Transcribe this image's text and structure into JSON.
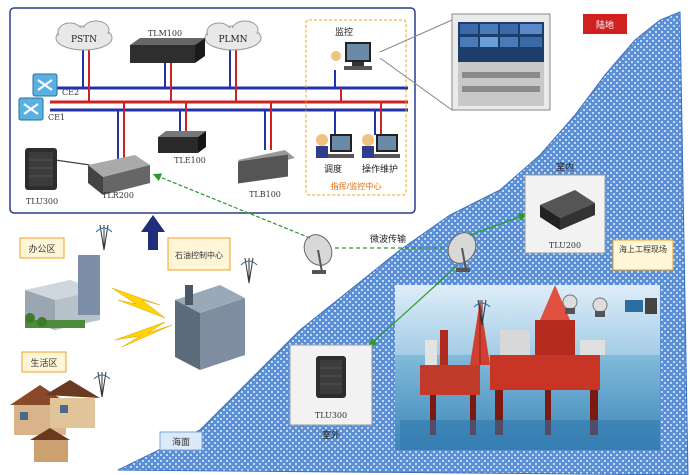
{
  "labels": {
    "land": "陆地",
    "sea": "海面",
    "pstn": "PSTN",
    "plmn": "PLMN",
    "tlm100": "TLM100",
    "ce2": "CE2",
    "ce1": "CE1",
    "monitor": "监控",
    "tle100": "TLE100",
    "dispatch": "调度",
    "ops": "操作维护",
    "center": "指挥/监控中心",
    "tlb100": "TLB100",
    "tlu300_top": "TLU300",
    "tlr200": "TLR200",
    "office": "办公区",
    "oil_center": "石油控制中心",
    "living": "生活区",
    "microwave": "微波传输",
    "indoor": "室内",
    "tlu200": "TLU200",
    "offshore": "海上工程现场",
    "outdoor": "室外",
    "tlu300_bottom": "TLU300"
  },
  "colors": {
    "sea": "#5b8fd6",
    "frame": "#2c3e8c",
    "bus_blue": "#2233aa",
    "bus_red": "#cc2222",
    "link_green": "#2a9a2a",
    "arrow_navy": "#1f2d7a",
    "tag_border": "#f0a020",
    "tag_fill": "#fff6d8"
  }
}
